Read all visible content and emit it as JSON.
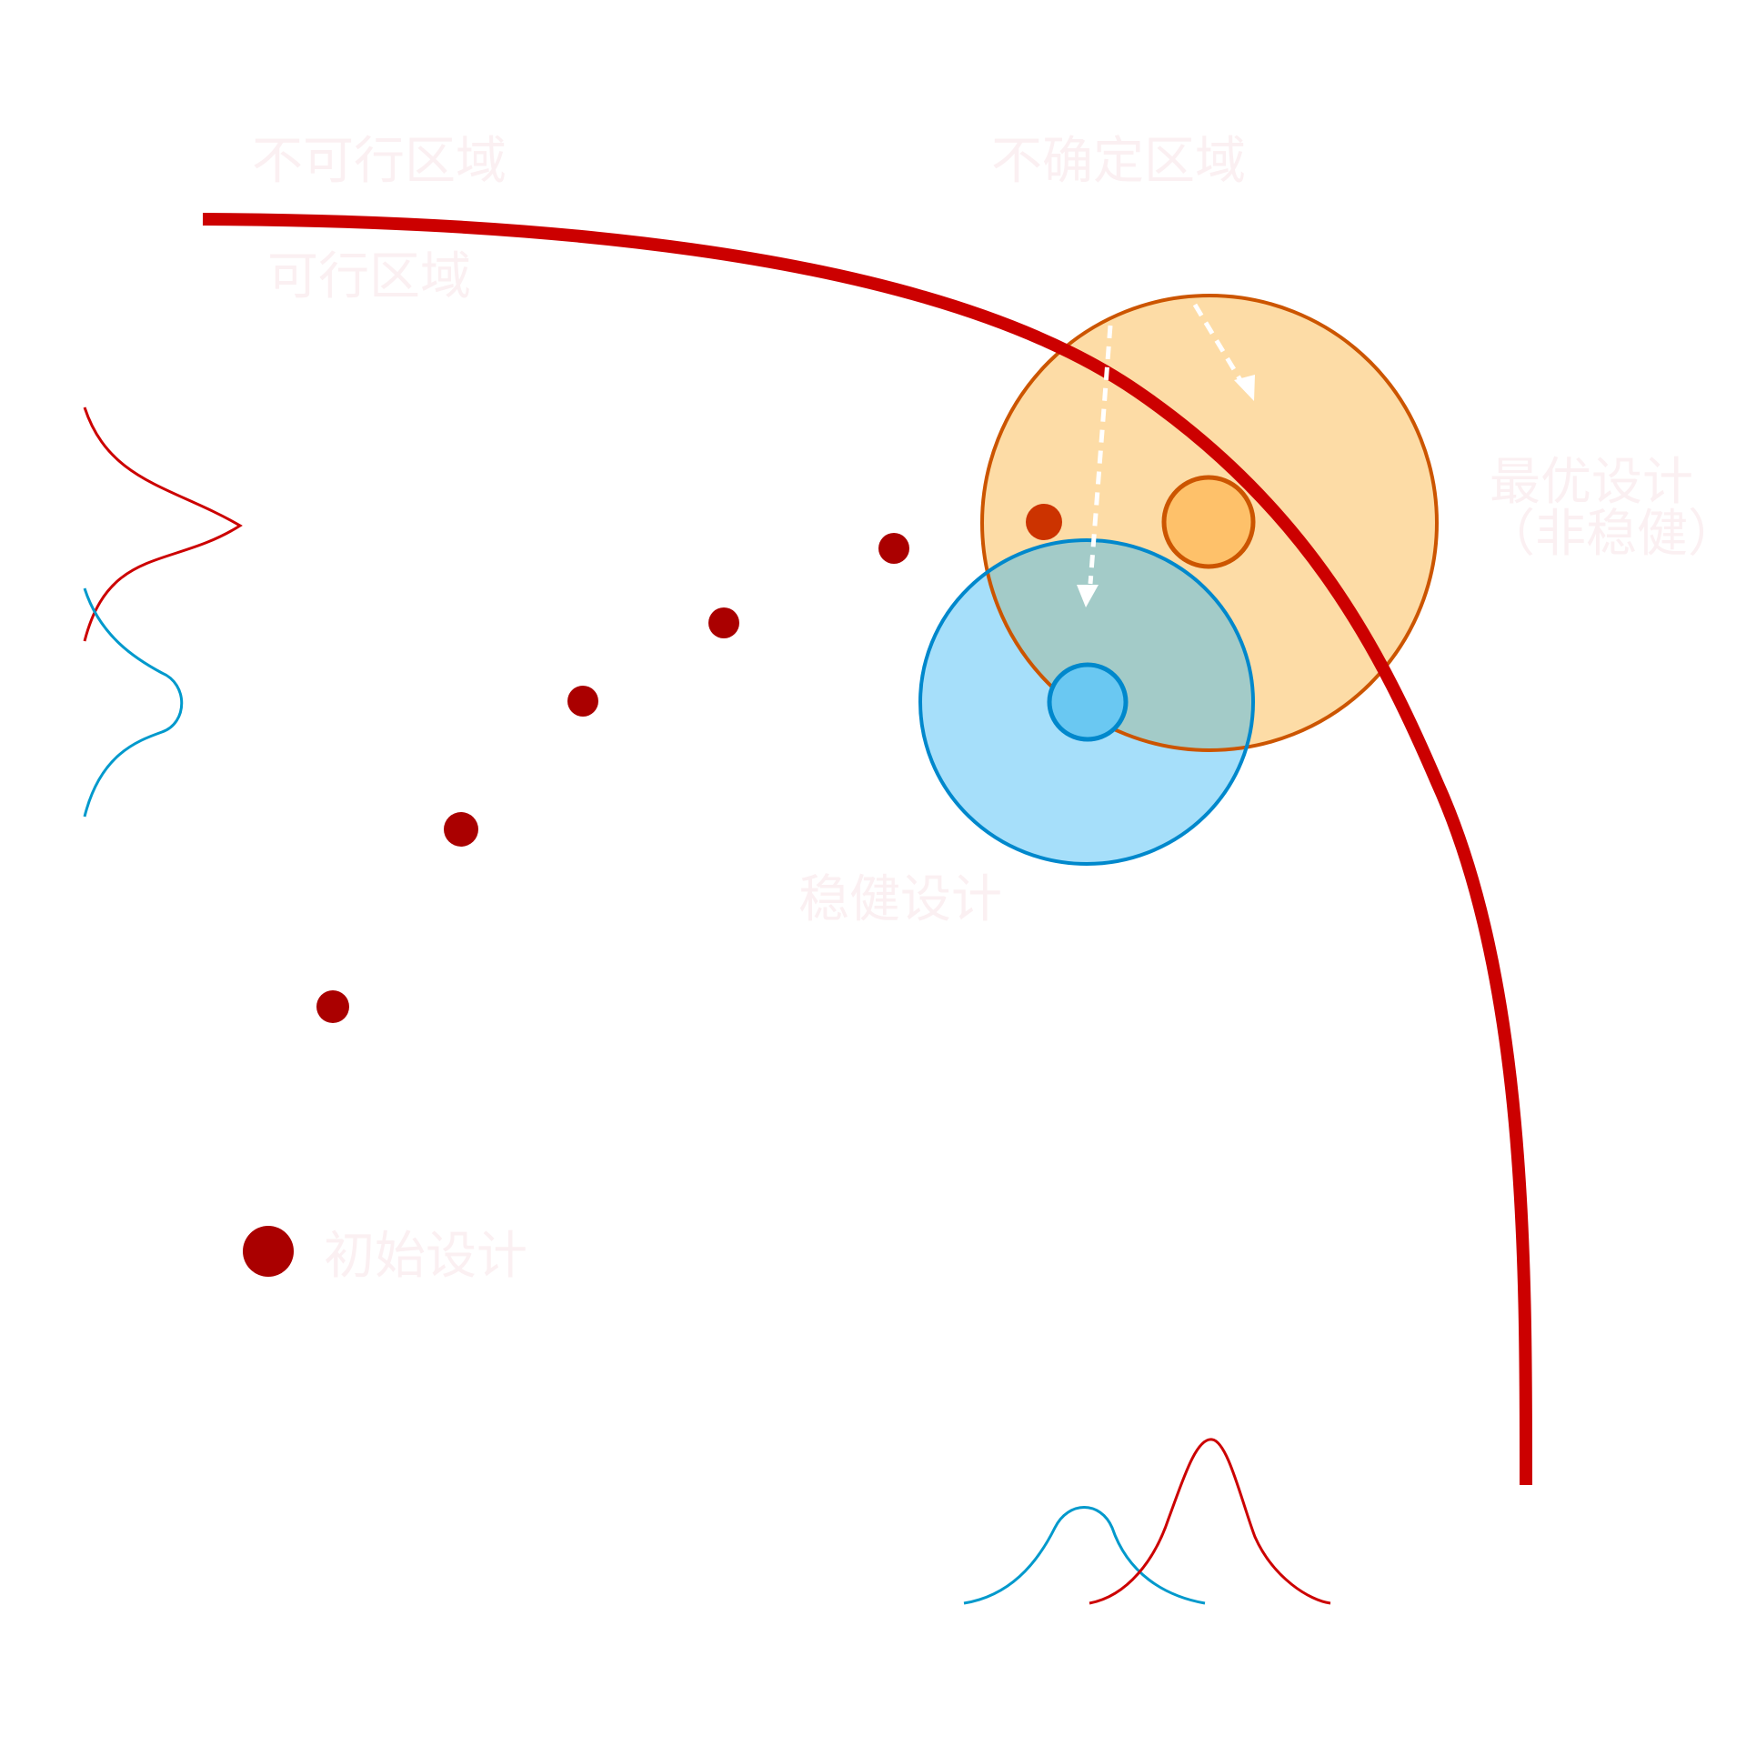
{
  "labels": {
    "infeasible_region": "不可行区域",
    "feasible_region": "可行区域",
    "uncertain_region": "不确定区域",
    "optimal_design_line1": "最优设计",
    "optimal_design_line2": "（非稳健）",
    "robust_design": "稳健设计",
    "initial_design": "初始设计"
  },
  "colors": {
    "boundary": "#cc0000",
    "design_points": "#aa0000",
    "optimal_point": "#cc3300",
    "optimal_fill": "#fddca6",
    "optimal_stroke": "#cc5500",
    "optimal_core_fill": "#fec16a",
    "robust_fill": "#a6dffa",
    "robust_stroke": "#0088cc",
    "robust_core_fill": "#6ac8f2",
    "overlap_fill": "#a3cbc8",
    "distribution_red": "#cc0000",
    "distribution_blue": "#0099cc",
    "arrow": "#ffffff",
    "label_text": "#fbf0f2"
  }
}
